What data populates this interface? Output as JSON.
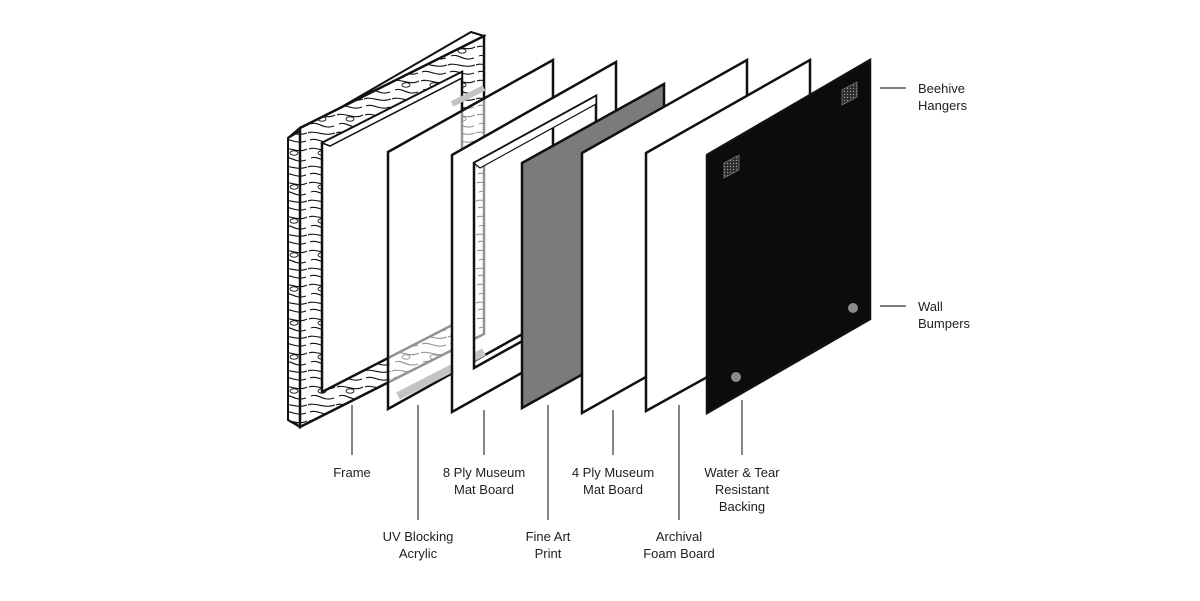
{
  "labels": {
    "frame": [
      "Frame"
    ],
    "uv_acrylic": [
      "UV Blocking",
      "Acrylic"
    ],
    "mat_8ply": [
      "8 Ply Museum",
      "Mat Board"
    ],
    "print": [
      "Fine Art",
      "Print"
    ],
    "mat_4ply": [
      "4 Ply Museum",
      "Mat Board"
    ],
    "foam_board": [
      "Archival",
      "Foam Board"
    ],
    "backing": [
      "Water & Tear",
      "Resistant",
      "Backing"
    ],
    "hangers": [
      "Beehive",
      "Hangers"
    ],
    "bumpers": [
      "Wall",
      "Bumpers"
    ]
  },
  "colors": {
    "outline": "#111111",
    "print_fill": "#7a7b7a",
    "backing_fill": "#0b0d0c",
    "bumper_fill": "#8a8a8a",
    "acrylic_ghost": "#c4c4c4",
    "leader": "#333333"
  },
  "icons": {
    "frame": "wood-grain-frame-icon",
    "hanger": "beehive-hanger-icon",
    "bumper": "wall-bumper-icon"
  }
}
